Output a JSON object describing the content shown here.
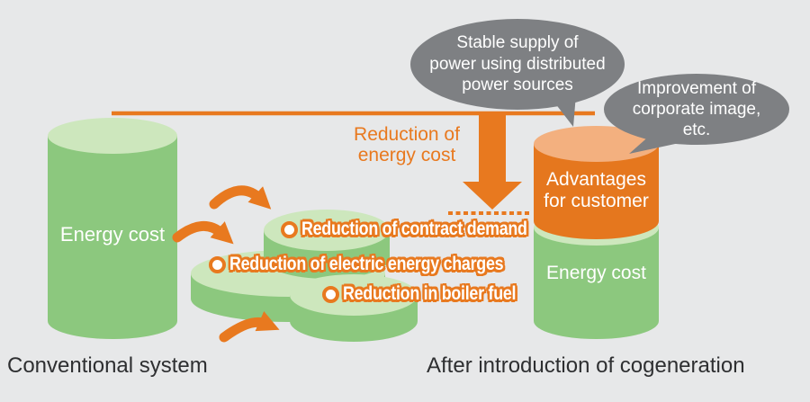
{
  "colors": {
    "background": "#e7e8e9",
    "orange": "#e8791f",
    "orange_body": "#e5771e",
    "orange_light": "#f3b07f",
    "green": "#8cc87e",
    "green_light": "#cde7bd",
    "bubble_gray": "#7e8083",
    "text_dark": "#2e2f31",
    "white": "#ffffff"
  },
  "left_cylinder": {
    "label": "Energy cost",
    "caption": "Conventional system"
  },
  "right_cylinder": {
    "advantage_lines": [
      "Advantages",
      "for customer"
    ],
    "energy_label": "Energy cost",
    "caption": "After introduction of cogeneration"
  },
  "reduction_callout": {
    "lines": [
      "Reduction of",
      "energy cost"
    ]
  },
  "bubbles": [
    {
      "lines": [
        "Stable supply of",
        "power using distributed",
        "power sources"
      ]
    },
    {
      "lines": [
        "Improvement of",
        "corporate image,",
        "etc."
      ]
    }
  ],
  "disk_labels": [
    "Reduction of contract demand",
    "Reduction of electric energy charges",
    "Reduction in boiler fuel"
  ]
}
